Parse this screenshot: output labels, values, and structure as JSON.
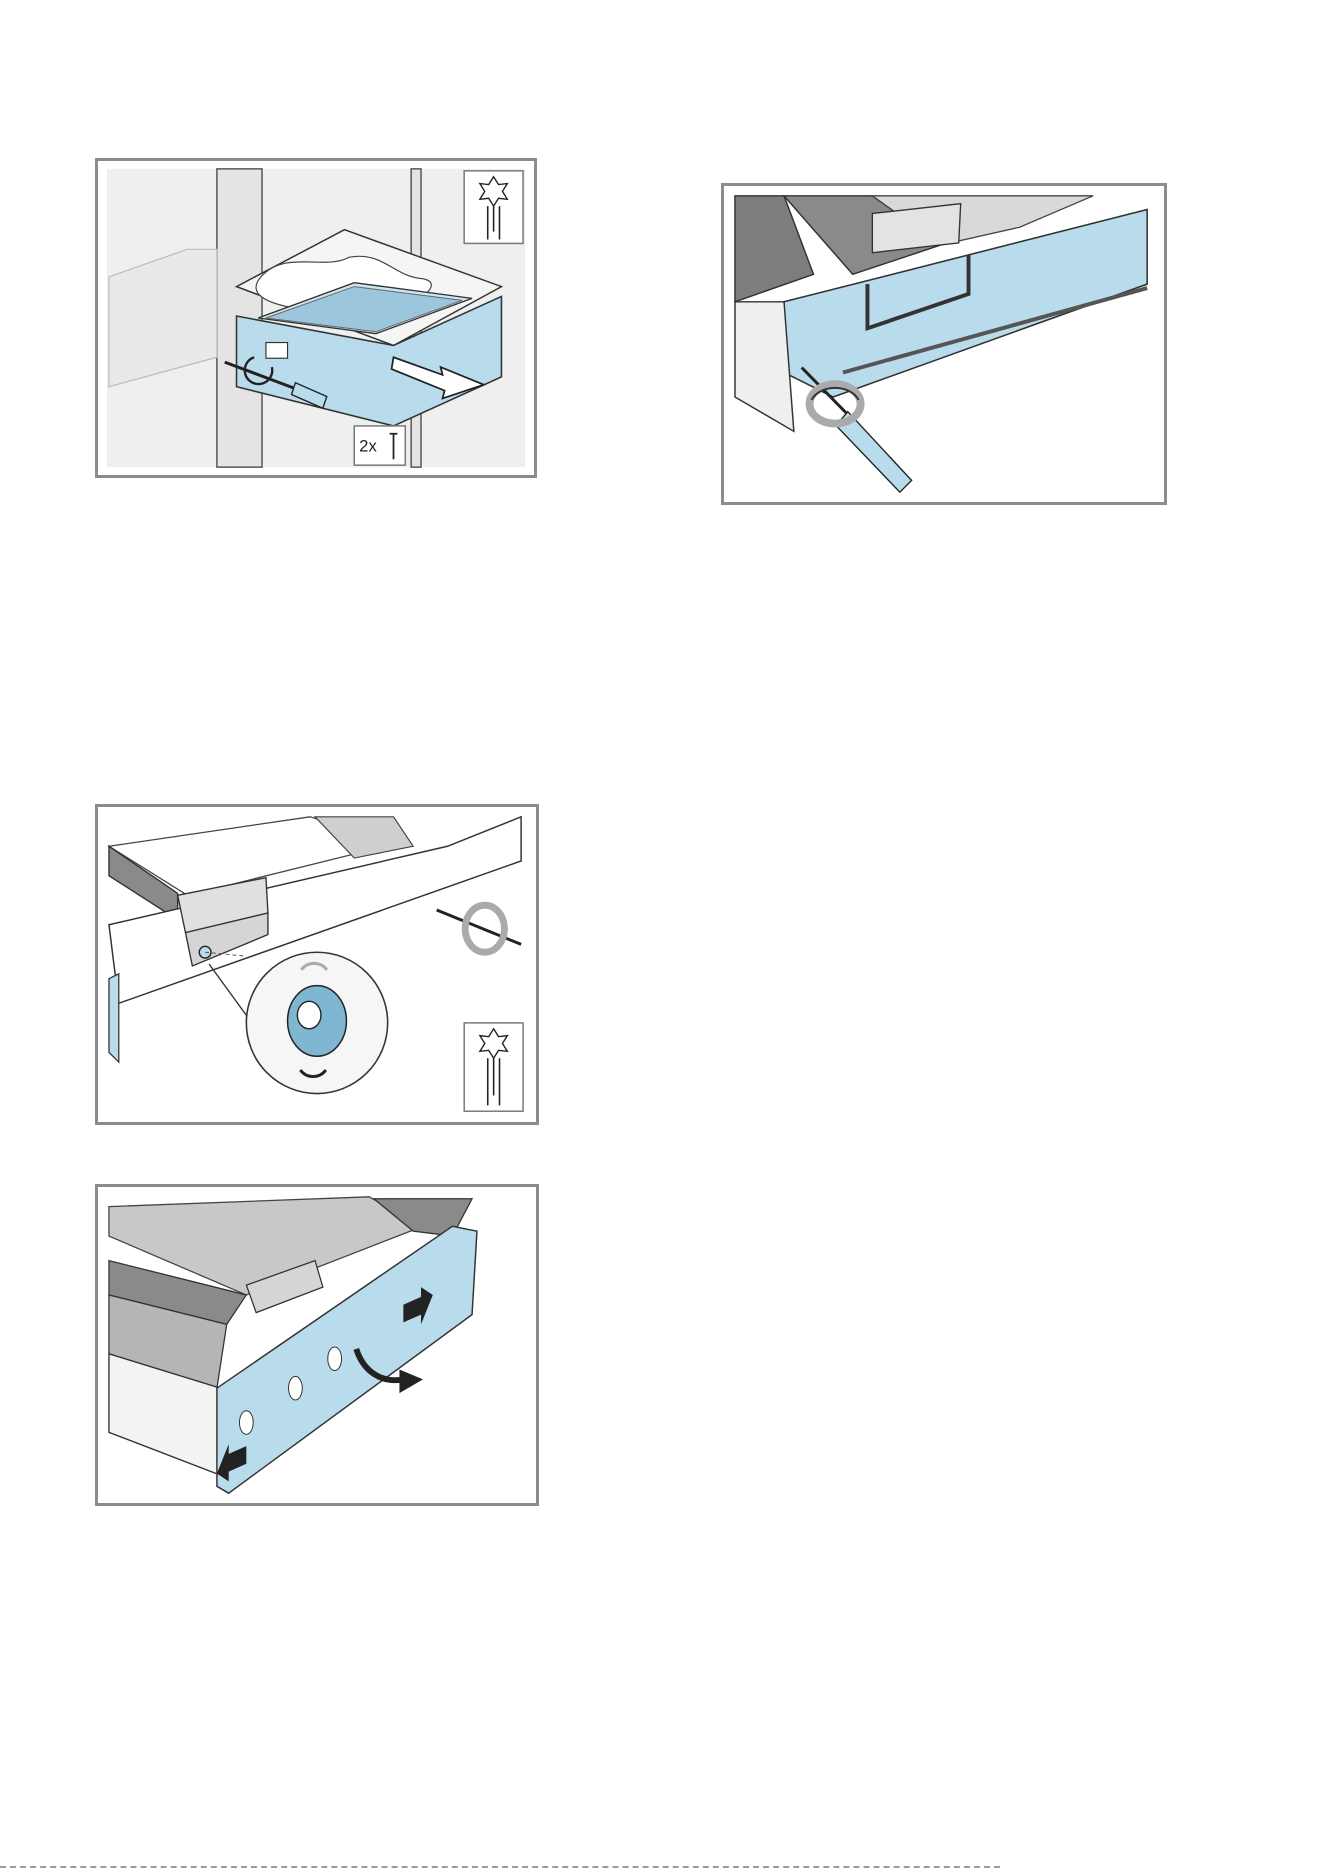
{
  "figures": [
    {
      "id": "fig1",
      "screw_count_label": "2x",
      "icons": [
        "torx-screwdriver-icon",
        "screw-icon",
        "pull-out-arrow-icon"
      ]
    },
    {
      "id": "fig2",
      "icons": [
        "screwdriver-icon",
        "rotate-arrow-icon"
      ]
    },
    {
      "id": "fig3",
      "icons": [
        "torx-screwdriver-icon",
        "rotate-arrow-icon",
        "magnifier-detail-icon"
      ]
    },
    {
      "id": "fig4",
      "icons": [
        "move-arrow-icon",
        "swing-arrow-icon"
      ]
    }
  ],
  "colors": {
    "accent_blue": "#b9dcec",
    "frame_gray": "#8c8c8c",
    "panel_gray": "#c8c8c8",
    "dark_gray": "#6f6f6f"
  }
}
